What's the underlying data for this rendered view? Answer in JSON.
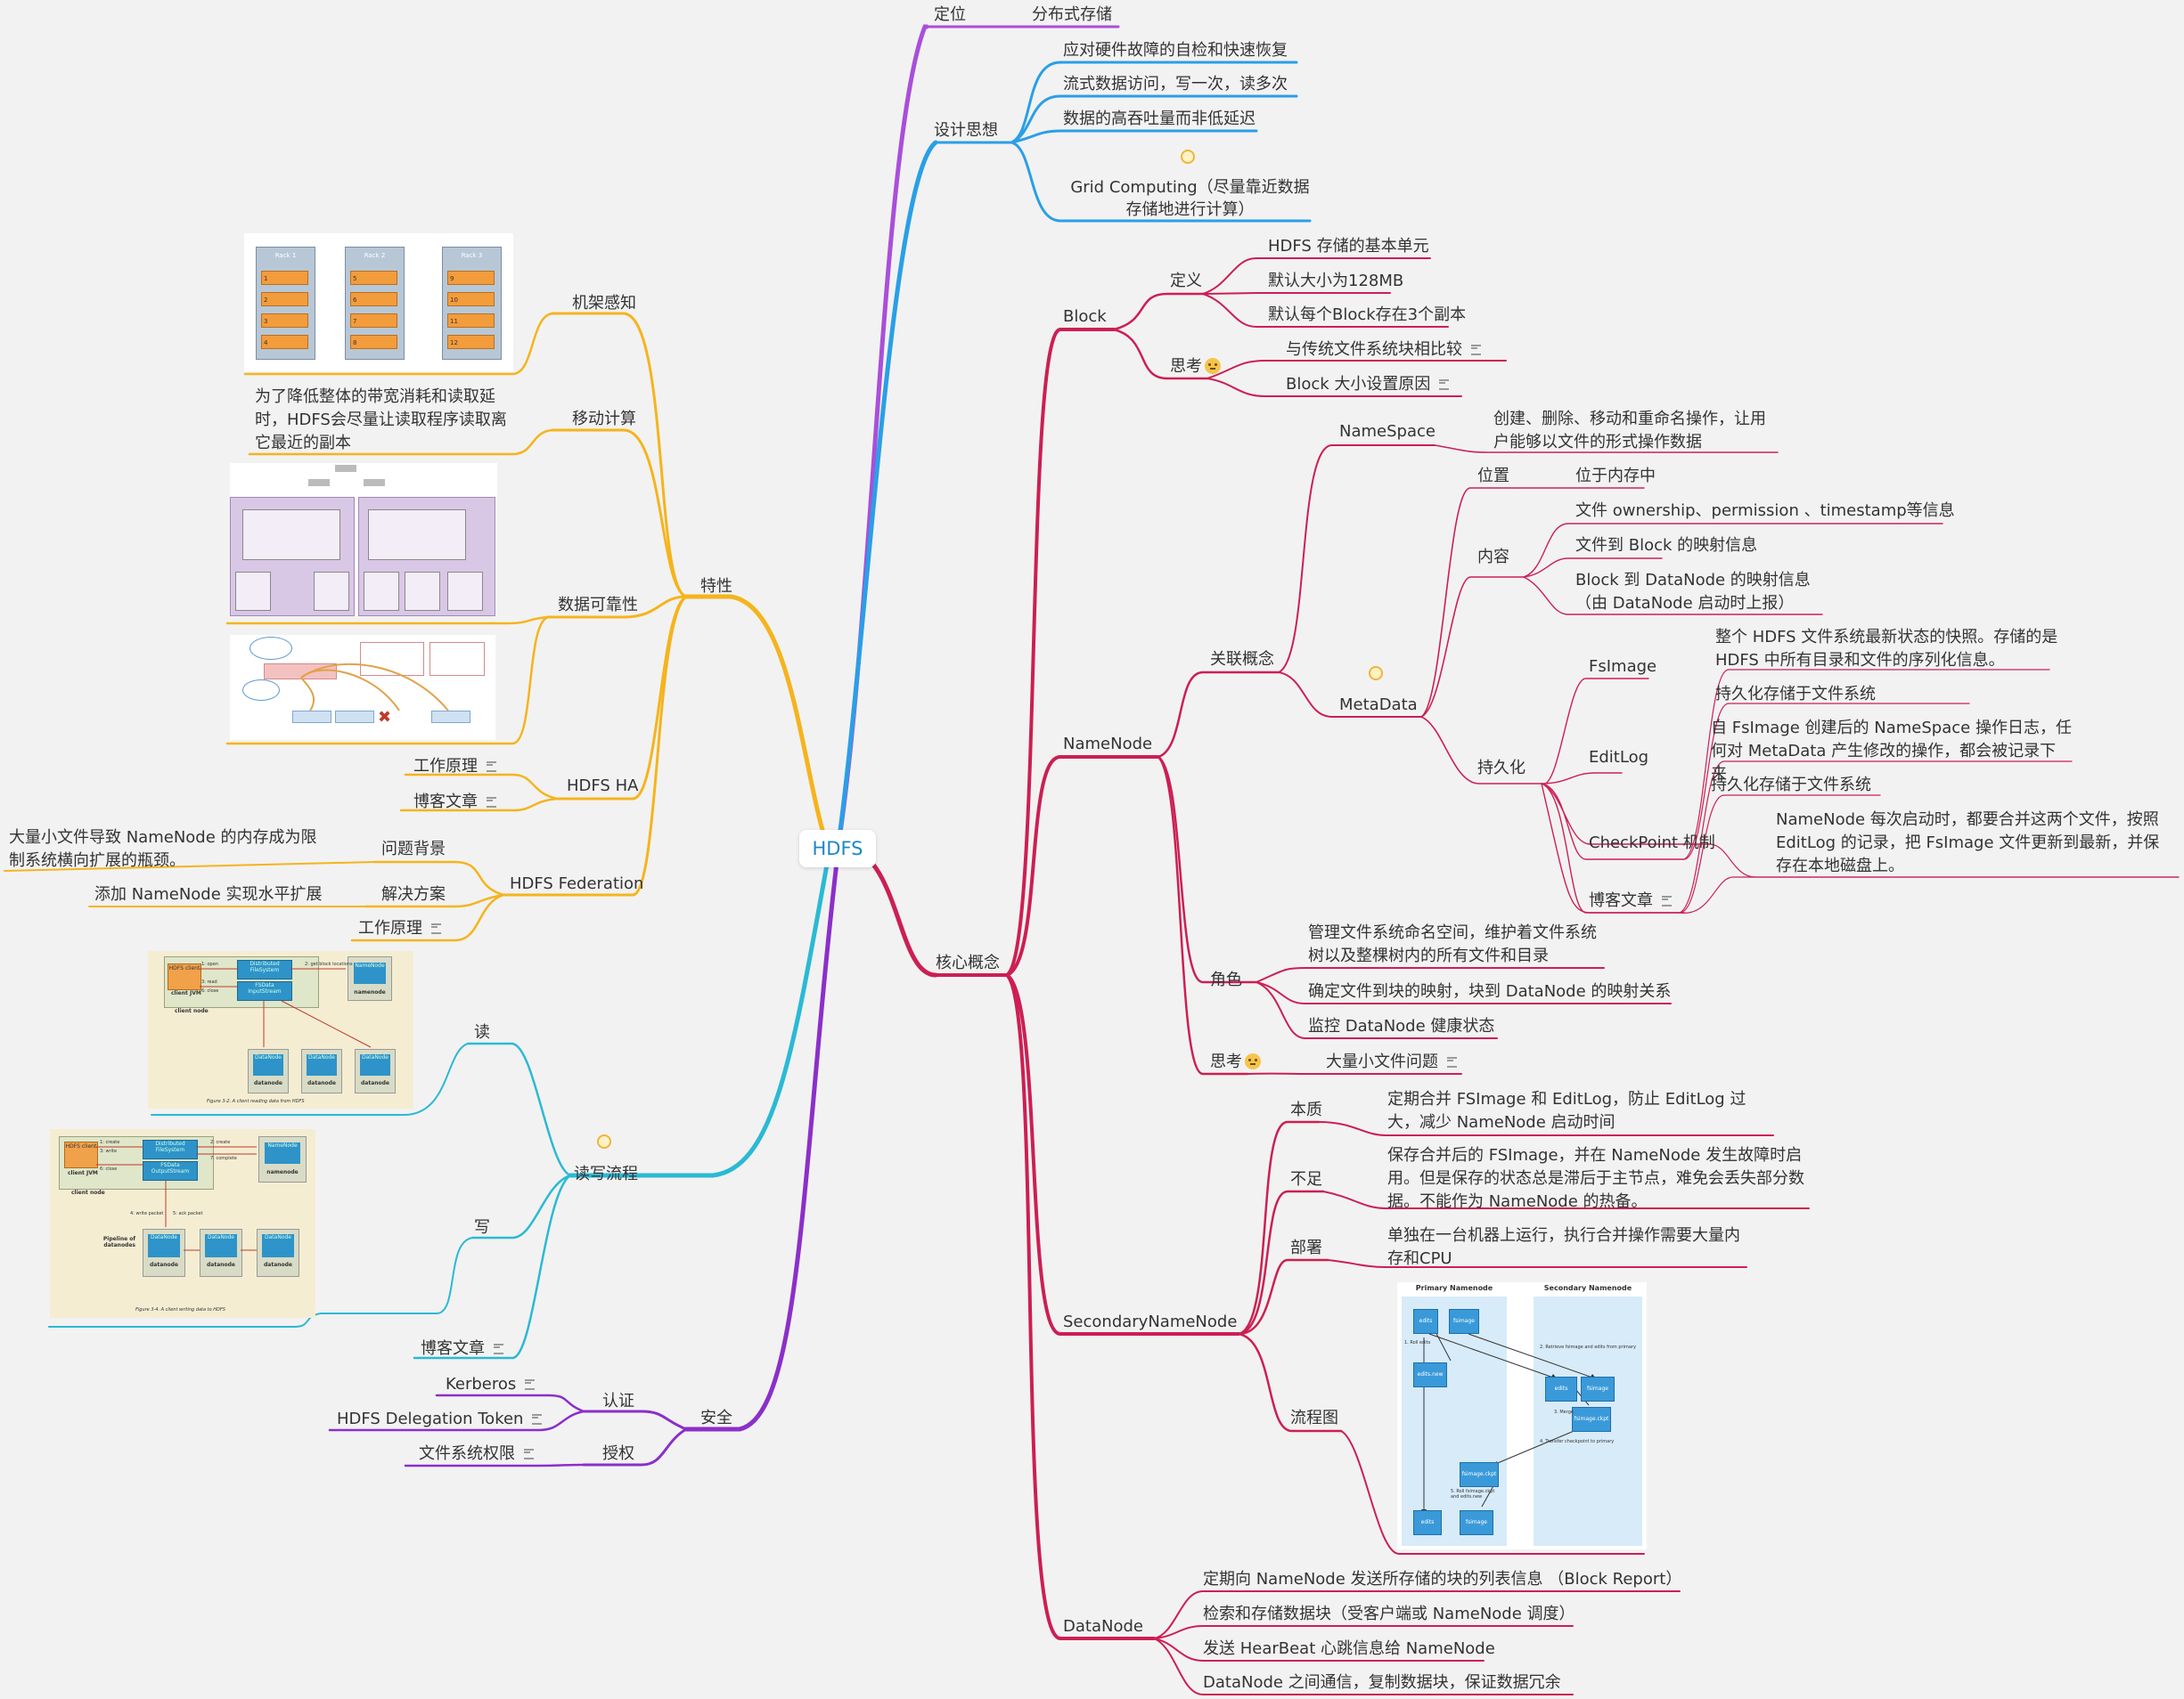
{
  "root": "HDFS",
  "top": {
    "dingwei": {
      "label": "定位",
      "value": "分布式存储"
    },
    "sheji": {
      "label": "设计思想",
      "items": [
        "应对硬件故障的自检和快速恢复",
        "流式数据访问，写一次，读多次",
        "数据的高吞吐量而非低延迟",
        "Grid Computing（尽量靠近数据存储地进行计算）"
      ]
    }
  },
  "core": {
    "label": "核心概念",
    "block": {
      "label": "Block",
      "def_label": "定义",
      "defs": [
        "HDFS 存储的基本单元",
        "默认大小为128MB",
        "默认每个Block存在3个副本"
      ],
      "think_label": "思考",
      "thinks": [
        "与传统文件系统块相比较",
        "Block 大小设置原因"
      ]
    },
    "namenode": {
      "label": "NameNode",
      "related": "关联概念",
      "namespace": {
        "label": "NameSpace",
        "desc": "创建、删除、移动和重命名操作，让用户能够以文件的形式操作数据"
      },
      "metadata": {
        "label": "MetaData",
        "pos_label": "位置",
        "pos_value": "位于内存中",
        "content_label": "内容",
        "contents": [
          "文件 ownership、permission 、timestamp等信息",
          "文件到 Block 的映射信息",
          "Block 到 DataNode 的映射信息（由 DataNode 启动时上报）"
        ],
        "persist_label": "持久化",
        "fsimage": {
          "label": "FsImage",
          "items": [
            "整个 HDFS 文件系统最新状态的快照。存储的是 HDFS 中所有目录和文件的序列化信息。",
            "持久化存储于文件系统"
          ]
        },
        "editlog": {
          "label": "EditLog",
          "items": [
            "自 FsImage 创建后的 NameSpace 操作日志，任何对 MetaData 产生修改的操作，都会被记录下来",
            "持久化存储于文件系统"
          ]
        },
        "checkpoint": {
          "label": "CheckPoint 机制",
          "desc": "NameNode 每次启动时，都要合并这两个文件，按照 EditLog 的记录，把 FsImage 文件更新到最新，并保存在本地磁盘上。"
        },
        "blog": "博客文章"
      },
      "role_label": "角色",
      "roles": [
        "管理文件系统命名空间，维护着文件系统树以及整棵树内的所有文件和目录",
        "确定文件到块的映射，块到 DataNode 的映射关系",
        "监控 DataNode 健康状态"
      ],
      "think_label": "思考",
      "think": "大量小文件问题"
    },
    "snn": {
      "label": "SecondaryNameNode",
      "nature_label": "本质",
      "nature": "定期合并 FSImage 和 EditLog，防止 EditLog 过大，减少 NameNode 启动时间",
      "lack_label": "不足",
      "lack": "保存合并后的 FSImage，并在 NameNode 发生故障时启用。但是保存的状态总是滞后于主节点，难免会丢失部分数据。不能作为 NameNode 的热备。",
      "deploy_label": "部署",
      "deploy": "单独在一台机器上运行，执行合并操作需要大量内存和CPU",
      "flow_label": "流程图",
      "fig": {
        "primary": "Primary Namenode",
        "secondary": "Secondary Namenode",
        "s1": "1. Roll edits",
        "s2": "2. Retrieve fsimage and edits from primary",
        "s3": "3. Merge",
        "s4": "4. Transfer checkpoint to primary",
        "s5": "5. Roll fsimage.ckpt and edits.new",
        "edits": "edits",
        "fsimage": "fsimage",
        "editsnew": "edits.new",
        "ckpt": "fsimage.ckpt"
      }
    },
    "datanode": {
      "label": "DataNode",
      "items": [
        "定期向 NameNode 发送所存储的块的列表信息 （Block Report）",
        "检索和存储数据块（受客户端或 NameNode 调度）",
        "发送 HearBeat 心跳信息给 NameNode",
        "DataNode 之间通信，复制数据块，保证数据冗余"
      ]
    }
  },
  "features": {
    "label": "特性",
    "rack": "机架感知",
    "rack_fig": {
      "r1": "Rack 1",
      "r2": "Rack 2",
      "r3": "Rack 3"
    },
    "move": "移动计算",
    "move_desc": "为了降低整体的带宽消耗和读取延时，HDFS会尽量让读取程序读取离它最近的副本",
    "reliab": "数据可靠性",
    "ha": {
      "label": "HDFS HA",
      "items": [
        "工作原理",
        "博客文章"
      ]
    },
    "fed": {
      "label": "HDFS Federation",
      "bg_label": "问题背景",
      "bg": "大量小文件导致 NameNode 的内存成为限制系统横向扩展的瓶颈。",
      "sol_label": "解决方案",
      "sol": "添加 NameNode 实现水平扩展",
      "work": "工作原理"
    }
  },
  "rw": {
    "label": "读写流程",
    "read": "读",
    "write": "写",
    "blog": "博客文章",
    "fig_read": {
      "client": "HDFS client",
      "dfs": "Distributed FileSystem",
      "fsin": "FSData InputStream",
      "nn": "NameNode",
      "jvm": "client JVM",
      "node": "client node",
      "dn": "DataNode",
      "dnl": "datanode",
      "nnl": "namenode",
      "cap": "Figure 3-2. A client reading data from HDFS",
      "open": "1: open",
      "get": "2: get block locations",
      "read": "3: read",
      "close": "6: close"
    },
    "fig_write": {
      "client": "HDFS client",
      "dfs": "Distributed FileSystem",
      "fsout": "FSData OutputStream",
      "nn": "NameNode",
      "jvm": "client JVM",
      "node": "client node",
      "dn": "DataNode",
      "dnl": "datanode",
      "nnl": "namenode",
      "pipe": "Pipeline of datanodes",
      "cap": "Figure 3-4. A client writing data to HDFS",
      "create": "1: create",
      "create2": "2: create",
      "write": "3: write",
      "close": "6: close",
      "complete": "7: complete",
      "wp": "4: write packet",
      "ack": "5: ack packet"
    }
  },
  "security": {
    "label": "安全",
    "auth_label": "认证",
    "auth": [
      "Kerberos",
      "HDFS Delegation Token"
    ],
    "authz_label": "授权",
    "authz": "文件系统权限"
  },
  "colors": {
    "dingwei": "#a94fd9",
    "sheji": "#2a9fe6",
    "core": "#cc1f53",
    "features": "#f5b41d",
    "rw": "#2bb9d4",
    "security": "#8b2fc9"
  }
}
